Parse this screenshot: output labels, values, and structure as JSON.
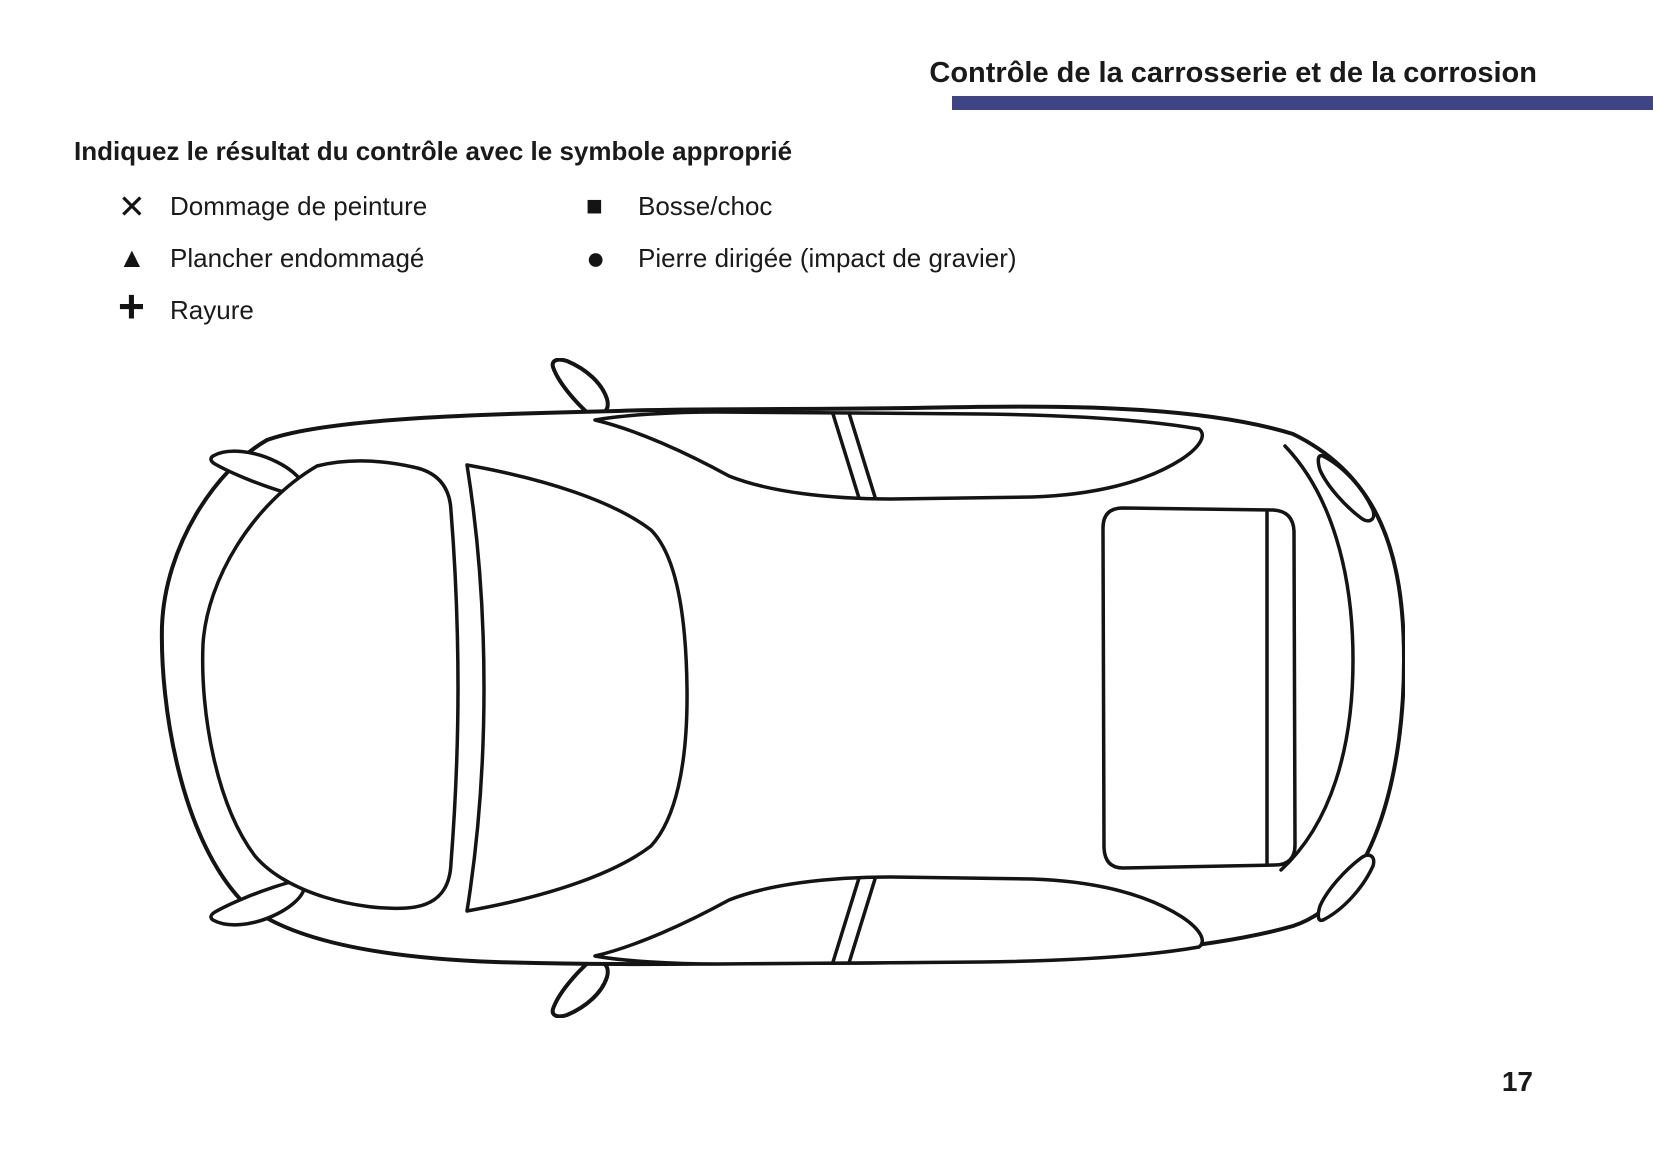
{
  "header": {
    "title": "Contrôle de la carrosserie et de la corrosion",
    "accent_bar_color": "#3e4486"
  },
  "instruction": "Indiquez le résultat du contrôle avec le symbole approprié",
  "legend": {
    "column1": [
      {
        "icon": "x-mark-icon",
        "glyph": "✕",
        "label": "Dommage de peinture"
      },
      {
        "icon": "filled-triangle-icon",
        "glyph": "▲",
        "label": "Plancher endommagé"
      },
      {
        "icon": "plus-icon",
        "glyph": "+",
        "label": "Rayure"
      }
    ],
    "column2": [
      {
        "icon": "filled-square-icon",
        "glyph": "■",
        "label": "Bosse/choc"
      },
      {
        "icon": "filled-circle-icon",
        "glyph": "●",
        "label": "Pierre dirigée (impact de gravier)"
      }
    ]
  },
  "diagram": {
    "description": "car-top-view-outline"
  },
  "footer": {
    "page_number": "17"
  }
}
